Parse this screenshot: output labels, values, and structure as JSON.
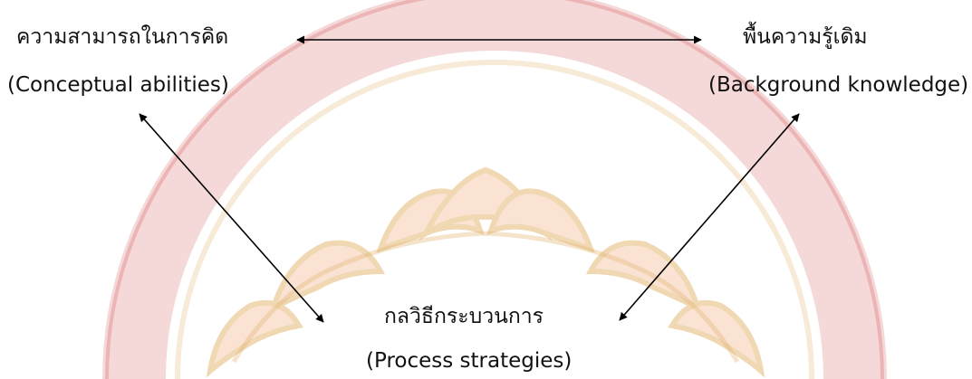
{
  "nodes": {
    "conceptual": {
      "thai": "ความสามารถในการคิด",
      "english": "(Conceptual abilities)"
    },
    "background": {
      "thai": "พื้นความรู้เดิม",
      "english": "(Background knowledge)"
    },
    "process": {
      "thai": "กลวิธีกระบวนการ",
      "english": "(Process strategies)"
    }
  },
  "colors": {
    "text": "#111111",
    "arrow": "#000000",
    "watermark_red": "#c62828",
    "watermark_peach": "#f6c9a8",
    "watermark_gold": "#e3b36a"
  }
}
